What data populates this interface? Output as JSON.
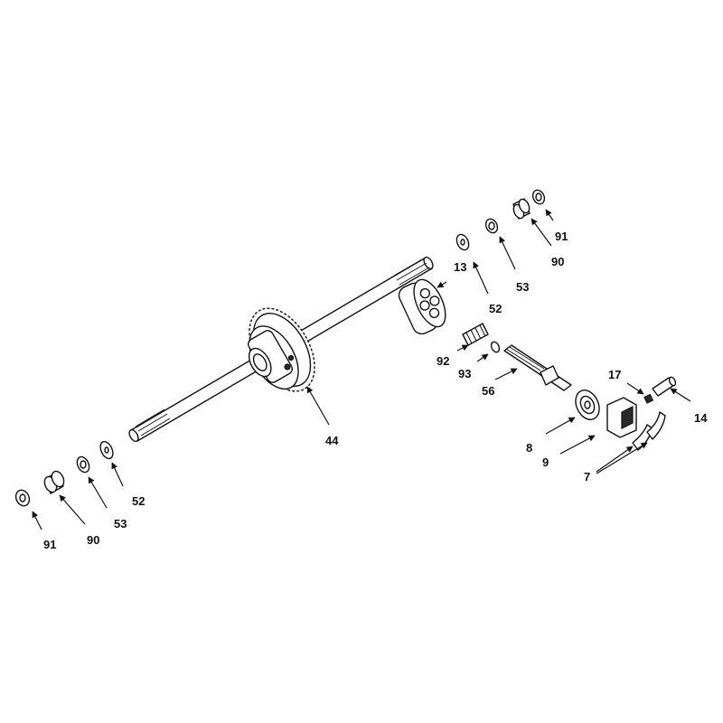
{
  "callouts": {
    "c13": "13",
    "c14": "14",
    "c17": "17",
    "c44": "44",
    "c52_right": "52",
    "c53_right": "53",
    "c90_right": "90",
    "c91_right": "91",
    "c52_left": "52",
    "c53_left": "53",
    "c90_left": "90",
    "c91_left": "91",
    "c56": "56",
    "c7": "7",
    "c8": "8",
    "c9": "9",
    "c92": "92",
    "c93": "93"
  },
  "colors": {
    "line": "#111111",
    "background": "#ffffff"
  }
}
